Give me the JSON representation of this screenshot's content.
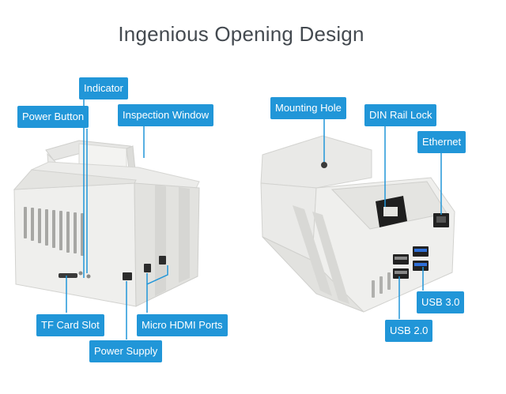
{
  "title": "Ingenious Opening Design",
  "accent_color": "#2196d8",
  "labels": {
    "indicator": "Indicator",
    "power_button": "Power Button",
    "inspection_window": "Inspection Window",
    "tf_card_slot": "TF Card Slot",
    "power_supply": "Power Supply",
    "micro_hdmi_ports": "Micro HDMI Ports",
    "mounting_hole": "Mounting Hole",
    "din_rail_lock": "DIN Rail Lock",
    "ethernet": "Ethernet",
    "usb_3": "USB 3.0",
    "usb_2": "USB 2.0"
  }
}
